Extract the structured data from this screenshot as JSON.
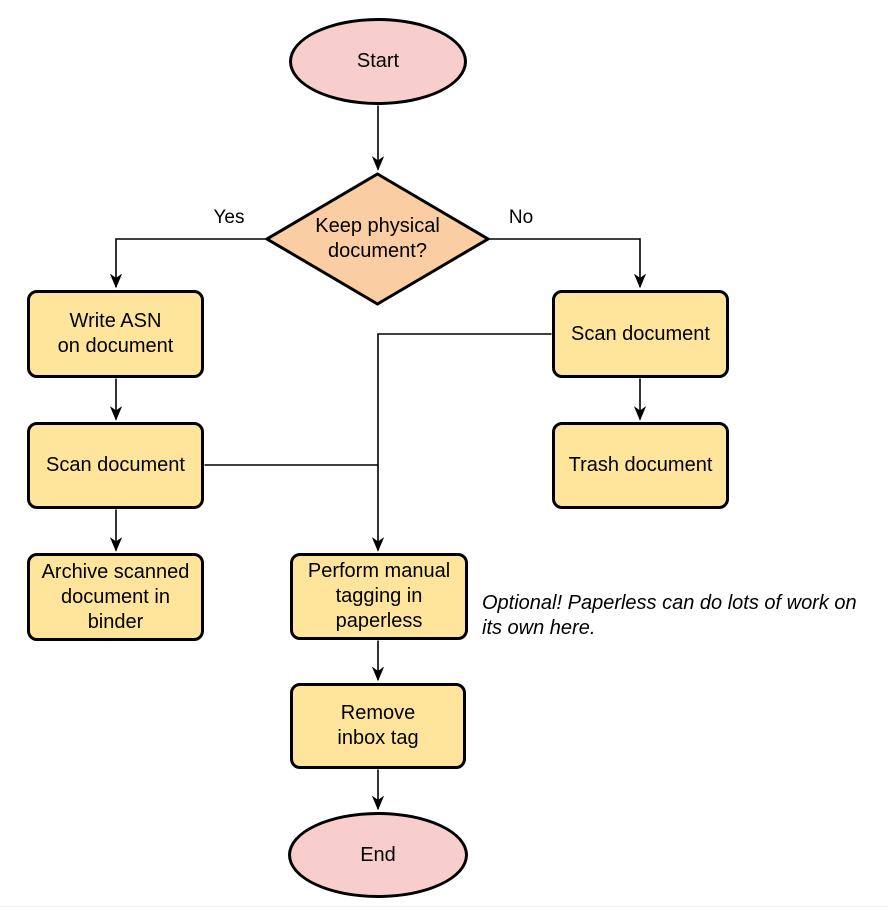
{
  "flowchart": {
    "nodes": {
      "start": {
        "label": "Start",
        "shape": "terminator"
      },
      "decision": {
        "label": "Keep physical\ndocument?",
        "shape": "decision"
      },
      "write_asn": {
        "label": "Write ASN\non document",
        "shape": "process"
      },
      "scan_left": {
        "label": "Scan document",
        "shape": "process"
      },
      "archive": {
        "label": "Archive scanned\ndocument in\nbinder",
        "shape": "process"
      },
      "scan_right": {
        "label": "Scan document",
        "shape": "process"
      },
      "trash": {
        "label": "Trash document",
        "shape": "process"
      },
      "tagging": {
        "label": "Perform manual\ntagging in\npaperless",
        "shape": "process"
      },
      "remove_inbox": {
        "label": "Remove\ninbox tag",
        "shape": "process"
      },
      "end": {
        "label": "End",
        "shape": "terminator"
      }
    },
    "edge_labels": {
      "yes": "Yes",
      "no": "No"
    },
    "note": "Optional! Paperless can do lots of work on\nits own here.",
    "colors": {
      "terminator_fill": "#f8cecc",
      "decision_fill": "#fbcda2",
      "process_fill": "#ffe59b",
      "stroke": "#000000"
    }
  }
}
